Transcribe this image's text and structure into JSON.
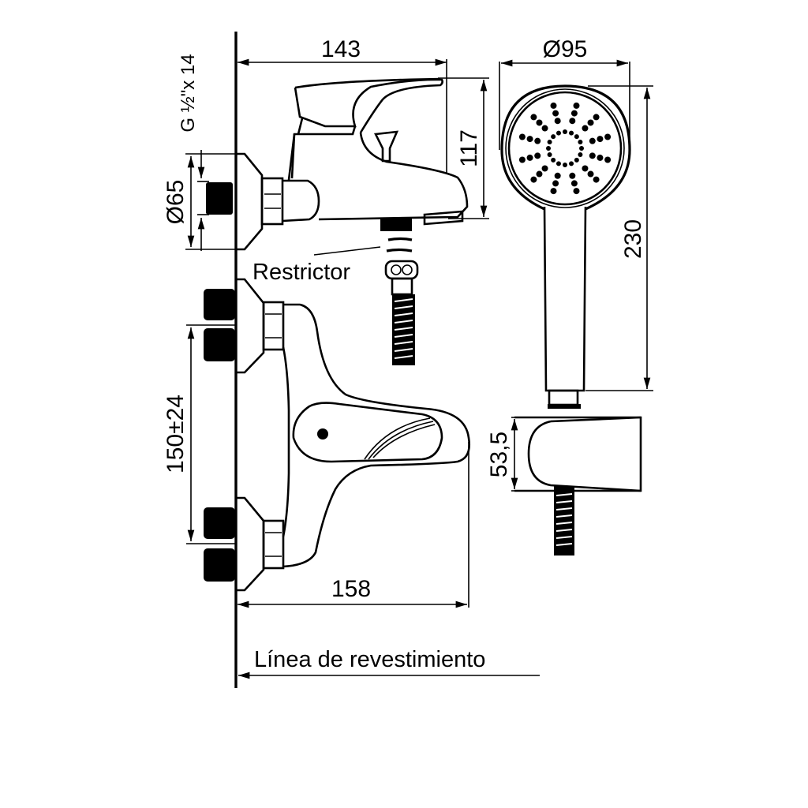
{
  "drawing": {
    "title": "Bath/shower mixer technical drawing",
    "dimensions": {
      "spout_projection": "143",
      "spout_height": "117",
      "thread": "G ½\"x 14",
      "flange_diameter": "Ø65",
      "inlet_spacing": "150±24",
      "body_projection": "158",
      "showerhead_diameter": "Ø95",
      "handshower_length": "230",
      "holder_height": "53,5"
    },
    "labels": {
      "restrictor": "Restrictor",
      "wall_line": "Línea de revestimiento"
    }
  }
}
